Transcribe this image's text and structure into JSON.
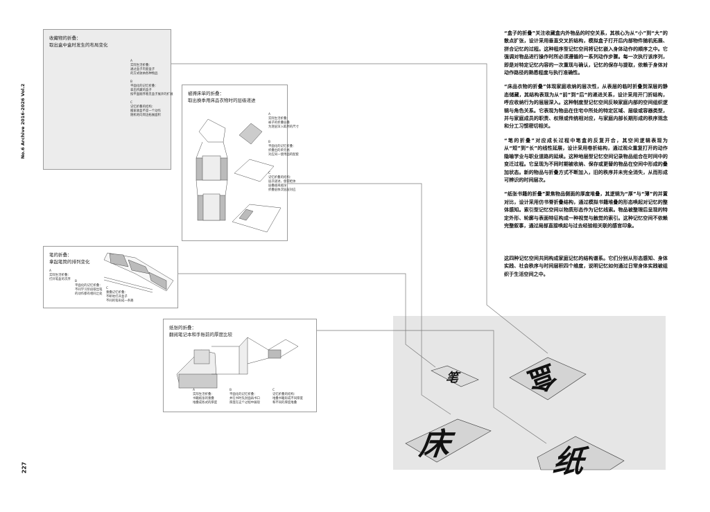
{
  "sidebar": {
    "running_title": "No.6 Archive 2016-2026 Vol.2",
    "page_number": "227"
  },
  "panels": [
    {
      "title1": "收藏物的折叠：",
      "title2": "取出盒中盒时发生的布局变化",
      "notes": [
        [
          "A",
          "实际生活折叠：",
          "通过盒子内套盒子",
          "的方式收纳各种物品"
        ],
        [
          "B",
          "平面化的记忆折叠：",
          "拿出所藏的盒子",
          "按平面顺序看见盒子展开的扩展"
        ],
        [
          "C",
          "记忆折叠的结构：",
          "搬家收盒不是一个动作",
          "随机地向周边拓展面积"
        ]
      ]
    },
    {
      "title1": "被褥床单的折叠：",
      "title2": "取出换季用床品衣物时的层级递进",
      "notes": [
        [
          "A",
          "实际生活折叠：",
          "被子的折叠层叠",
          "为逐层深入取用的尺寸"
        ],
        [
          "B",
          "平面化的记忆折叠：",
          "折叠出的单元格",
          "对应同一使用面的配套"
        ],
        [
          "C",
          "记忆折叠的结构：",
          "层次递进，使得柜体",
          "层叠越来越深",
          "折叠层依次层层对应"
        ]
      ]
    },
    {
      "title1": "笔的折叠：",
      "title2": "拿起笔筒的排列变化",
      "notes": [
        [
          "A",
          "实际生活折叠：",
          "打开笔盒的次序"
        ],
        [
          "B",
          "平面化的记忆折叠：",
          "不同学习阶段取出笔",
          "的动作都有相同之处"
        ],
        [
          "C",
          "重叠记忆折叠：",
          "不断地打开盒子",
          "不同的笔形成一条路"
        ]
      ]
    },
    {
      "title1": "纸张的折叠：",
      "title2": "翻阅笔记本和手账前的厚度比较",
      "notes": [
        [
          "A",
          "实际生活折叠：",
          "书籍纸张的重叠",
          "堆叠成各式的厚度"
        ],
        [
          "B",
          "平面化的记忆折叠：",
          "并在书时先封面再书口",
          "厚度在这个过程中展现"
        ],
        [
          "C",
          "记忆折叠的结构：",
          "堆叠书籍形成不同厚度",
          "和不同的厚度堆叠"
        ]
      ]
    }
  ],
  "body": {
    "paragraphs": [
      "“盒子的折叠”关注收藏盒内外物品的时空关系，其核心为从“小”到“大”的散点扩张，设计采用垂直交叉折结构，模拟盒子打开后内部物件随机拓展、拼合记忆的过程。这种程序型记忆空间将记忆嵌入身体动作的顺序之中。它强调对物品进行操作时所必须遵循的一系列动作步骤。每一次执行该序列，即是对特定记忆内容的一次重现与确认，记忆的保存与提取，依赖于身体对动作路径的熟悉程度与执行准确性。",
      "“床品衣物的折叠”体现家庭收纳的层次性，从表层的临时折叠到深层的静态储藏，其结构表现为从“前”到“后”的递进关系，设计采用开门折结构，呼应收纳行为的层层深入。这种制度型记忆空间反映家庭内部的空间组织逻辑与角色关系。它表现为物品在住宅中所处的特定区域、层级或容器类型，并与家庭成员的职责、权限或传统相对应，与家庭内部长期形成的秩序观念和分工习惯密切相关。",
      "“笔的折叠”对应成长过程中笔盒的反复开合，其空间逻辑表现为从“短”到“长”的线性延展，设计采用卷折结构，通过观众重复打开的动作隐喻学业与职业道路的延续。这种地层型记忆空间记录物品组合在时间中的变迁过程。它呈现为不同时期被收纳、保存或更替的物品在空间中形成的叠加状态。新的物品与折叠方式不断加入，旧的秩序并未完全消失，从而形成可辨识的时间层次。",
      "“纸张书籍的折叠”聚焦物品侧面的厚度堆叠，其逻辑为“厚”与“薄”的并置对比，设计采用仿书脊折叠结构，通过模拟书籍堆叠的形态唤起对记忆的整体感知。索引型记忆空间以物质形态作为记忆线索。物品被整理后呈现的特定外形、轮廓与表面特征构成一种视觉与触觉的索引。这种记忆空间不依赖完整叙事，通过局部直接唤起与过去经验相关联的感官印象。"
    ],
    "conclusion": "这四种记忆空间共同构成家庭记忆的结构谱系。它们分别从形态感知、身体实践、社会秩序与时间层积四个维度，说明记忆如何通过日常身体实践被组织于生活空间之中。"
  },
  "books": {
    "box": "盒",
    "pen": "笔",
    "bed": "床",
    "paper": "纸"
  }
}
